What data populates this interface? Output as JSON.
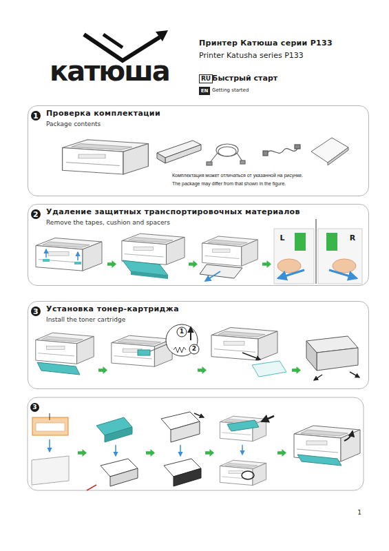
{
  "diagram": {
    "title": "Принтер Катюша серии P133",
    "nodes": [
      {
        "text": [
          "RU"
        ]
      },
      {
        "text": [
          "EN"
        ]
      },
      {
        "text": [
          "Проверка комплектации",
          "Package contents"
        ]
      },
      {
        "text": [
          "1"
        ],
        "in": 2
      },
      {
        "text": [
          "Удаление защитных транспортировочных материалов",
          "Remove the tapes, cushion and spacers"
        ]
      },
      {
        "text": [
          "2"
        ],
        "in": 4
      },
      {
        "text": [
          "Установка тонер-картриджа",
          "Install the toner cartridge"
        ]
      },
      {
        "text": [
          "3"
        ],
        "in": 6
      },
      {
        "text": [
          "3"
        ]
      }
    ],
    "labels": [
      "катюша",
      "Printer Katusha series P133",
      "Быстрый старт",
      "Getting started",
      "Комплектация может отличаться от указанной на рисунке.",
      "The package may differ from that shown in the figure.",
      "L",
      "R",
      "1",
      "2",
      "1"
    ]
  }
}
